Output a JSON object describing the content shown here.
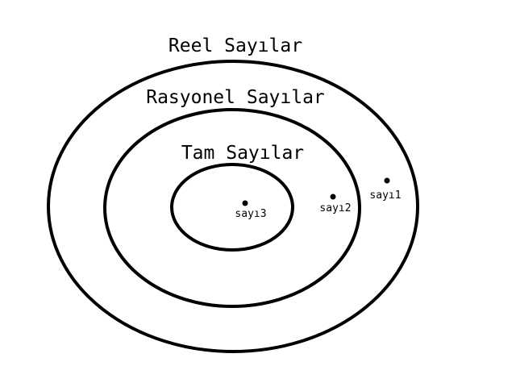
{
  "sets": [
    {
      "id": "reals",
      "label": "Reel Sayılar"
    },
    {
      "id": "rationals",
      "label": "Rasyonel Sayılar"
    },
    {
      "id": "integers",
      "label": "Tam Sayılar"
    }
  ],
  "points": [
    {
      "id": "sayi1",
      "label": "sayı1"
    },
    {
      "id": "sayi2",
      "label": "sayı2"
    },
    {
      "id": "sayi3",
      "label": "sayı3"
    }
  ],
  "colors": {
    "stroke": "#000000",
    "background": "#ffffff"
  }
}
